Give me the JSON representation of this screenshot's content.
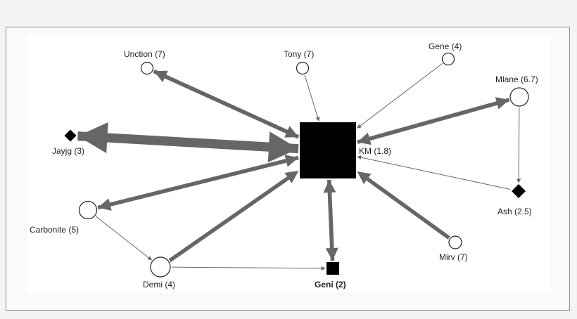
{
  "graph": {
    "node_color": "#000000",
    "edge_color": "#666666",
    "nodes": [
      {
        "id": "km",
        "label": "KM (1.8)",
        "shape": "square"
      },
      {
        "id": "unction",
        "label": "Unction (7)",
        "shape": "circle"
      },
      {
        "id": "tony",
        "label": "Tony (7)",
        "shape": "circle"
      },
      {
        "id": "gene",
        "label": "Gene (4)",
        "shape": "circle"
      },
      {
        "id": "mlane",
        "label": "Mlane (6.7)",
        "shape": "circle"
      },
      {
        "id": "jayjg",
        "label": "Jayjg (3)",
        "shape": "diamond"
      },
      {
        "id": "ash",
        "label": "Ash (2.5)",
        "shape": "diamond"
      },
      {
        "id": "carbonite",
        "label": "Carbonite (5)",
        "shape": "circle"
      },
      {
        "id": "mirv",
        "label": "Mirv (7)",
        "shape": "circle"
      },
      {
        "id": "demi",
        "label": "Demi (4)",
        "shape": "circle"
      },
      {
        "id": "geni",
        "label": "Geni (2)",
        "shape": "square"
      }
    ],
    "edges": [
      {
        "from": "km",
        "to": "unction",
        "weight": "medium"
      },
      {
        "from": "unction",
        "to": "km",
        "weight": "medium"
      },
      {
        "from": "tony",
        "to": "km",
        "weight": "thin"
      },
      {
        "from": "gene",
        "to": "km",
        "weight": "thin"
      },
      {
        "from": "km",
        "to": "mlane",
        "weight": "medium"
      },
      {
        "from": "mlane",
        "to": "km",
        "weight": "medium"
      },
      {
        "from": "mlane",
        "to": "ash",
        "weight": "thin"
      },
      {
        "from": "ash",
        "to": "km",
        "weight": "thin"
      },
      {
        "from": "km",
        "to": "jayjg",
        "weight": "heavy"
      },
      {
        "from": "jayjg",
        "to": "km",
        "weight": "heavy"
      },
      {
        "from": "km",
        "to": "carbonite",
        "weight": "medium"
      },
      {
        "from": "carbonite",
        "to": "km",
        "weight": "medium"
      },
      {
        "from": "carbonite",
        "to": "demi",
        "weight": "thin"
      },
      {
        "from": "demi",
        "to": "km",
        "weight": "medium"
      },
      {
        "from": "demi",
        "to": "geni",
        "weight": "thin"
      },
      {
        "from": "km",
        "to": "geni",
        "weight": "medium"
      },
      {
        "from": "geni",
        "to": "km",
        "weight": "medium"
      },
      {
        "from": "mirv",
        "to": "km",
        "weight": "medium"
      }
    ]
  }
}
